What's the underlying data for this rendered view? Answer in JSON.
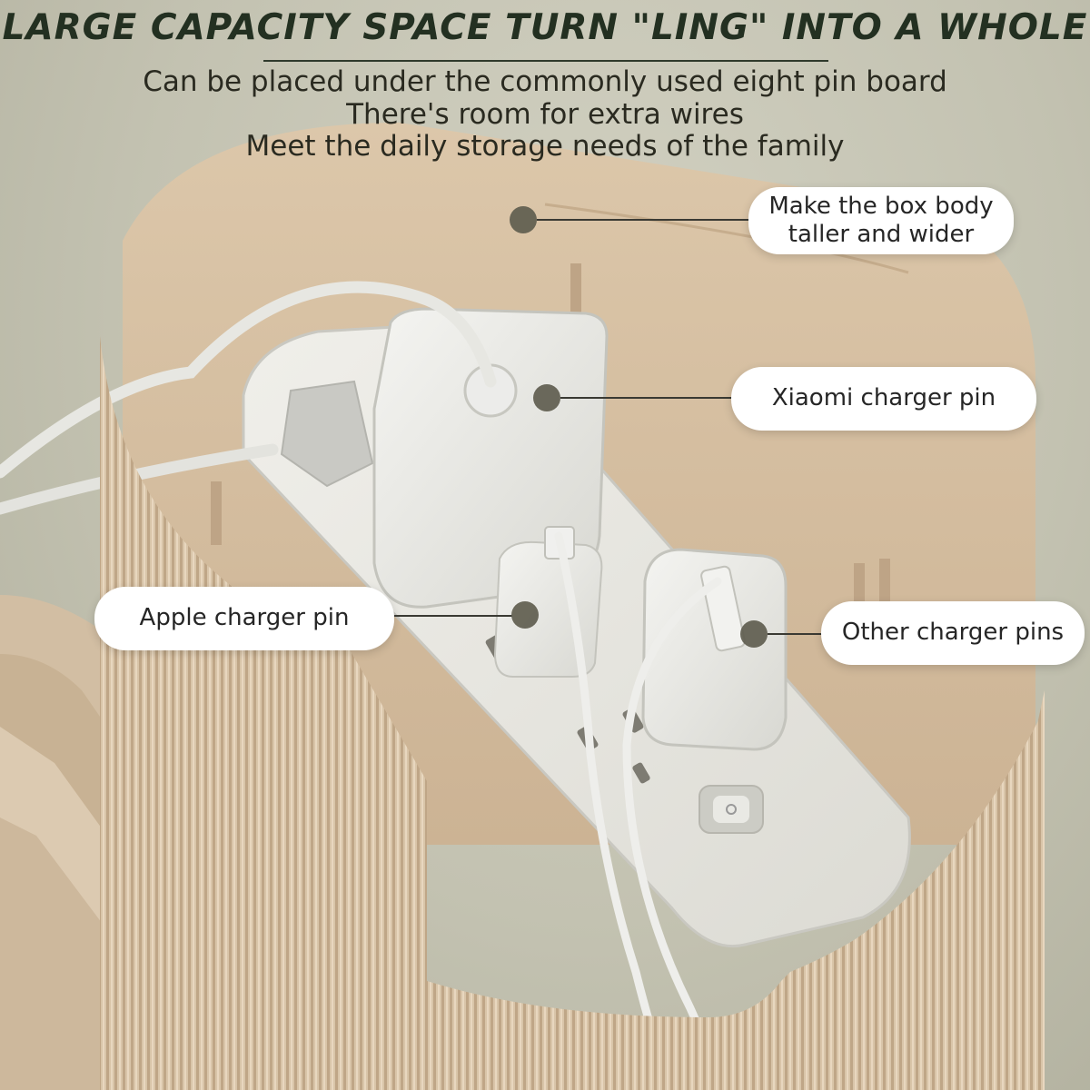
{
  "header": {
    "title": "LARGE CAPACITY SPACE  TURN \"LING\" INTO A WHOLE",
    "lines": [
      "Can be placed under the commonly used eight pin board",
      "There's room for extra wires",
      "Meet the daily storage needs of the family"
    ]
  },
  "callouts": {
    "box": [
      "Make the box body",
      "taller and wider"
    ],
    "xiaomi": "Xiaomi charger pin",
    "apple": "Apple charger pin",
    "other": "Other charger pins"
  },
  "colors": {
    "headline": "#233021",
    "box_body": "#d7c2a6",
    "strip": "#ebeae5",
    "backdrop": "#c9c8b8"
  }
}
